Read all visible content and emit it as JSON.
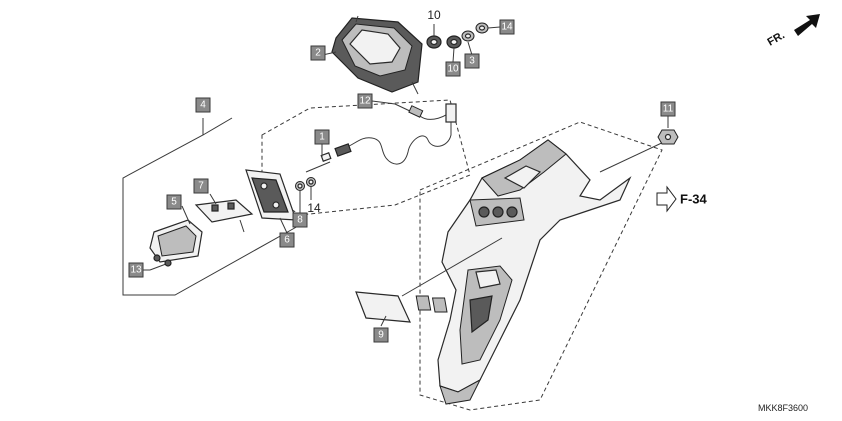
{
  "direction_indicator": {
    "label": "FR."
  },
  "section_reference": {
    "label": "F-34"
  },
  "drawing_code": "MKK8F3600",
  "callouts": [
    {
      "id": "1",
      "boxed": true
    },
    {
      "id": "2",
      "boxed": true
    },
    {
      "id": "3",
      "boxed": true
    },
    {
      "id": "4",
      "boxed": true
    },
    {
      "id": "5",
      "boxed": true
    },
    {
      "id": "6",
      "boxed": true
    },
    {
      "id": "7",
      "boxed": true
    },
    {
      "id": "8",
      "boxed": true
    },
    {
      "id": "9",
      "boxed": true
    },
    {
      "id": "10",
      "boxed": false
    },
    {
      "id": "10",
      "boxed": true
    },
    {
      "id": "11",
      "boxed": true
    },
    {
      "id": "12",
      "boxed": true
    },
    {
      "id": "13",
      "boxed": true
    },
    {
      "id": "14",
      "boxed": true
    },
    {
      "id": "14",
      "boxed": false
    }
  ]
}
